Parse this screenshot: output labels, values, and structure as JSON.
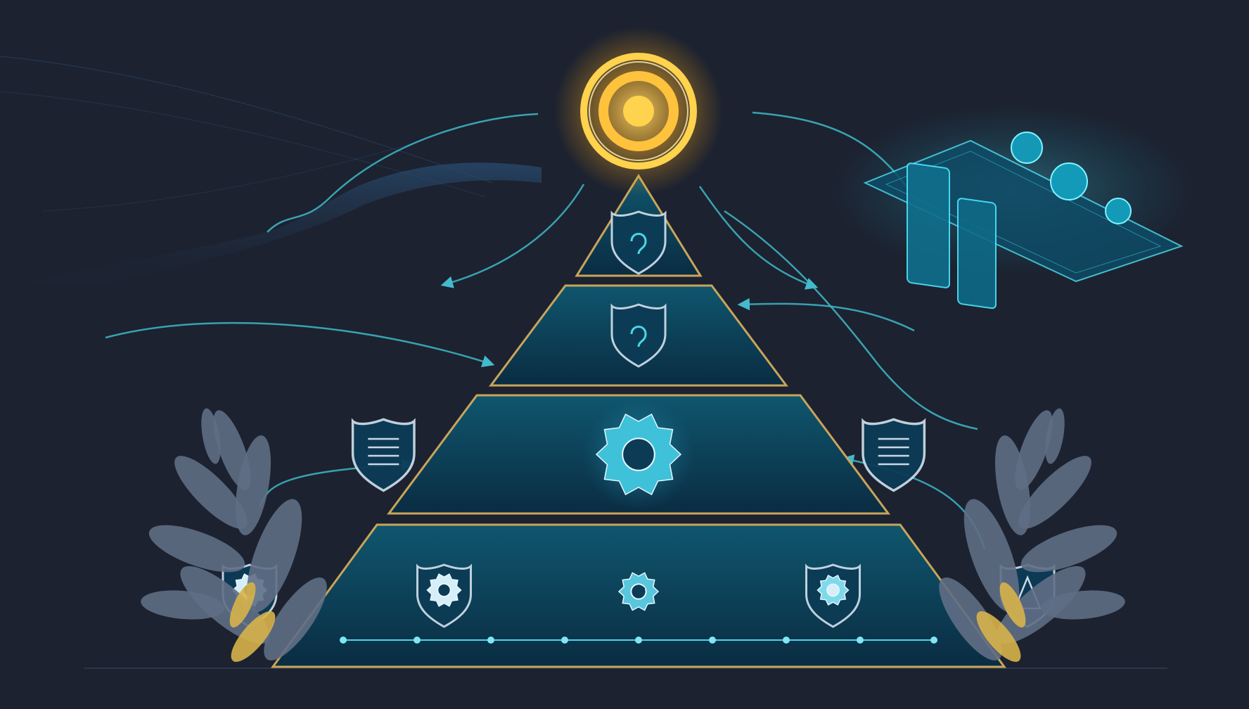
{
  "colors": {
    "background": "#1c2230",
    "tier_fill_top": "#0e5168",
    "tier_fill_bottom": "#0a2f45",
    "tier_border": "#c9a55a",
    "accent_teal": "#4ad6e8",
    "glow_gold": "#ffc23d",
    "leaf": "#5b6a80",
    "leaf_gold": "#d8b24a"
  },
  "top_emblem": {
    "icon": "target-icon"
  },
  "pyramid": {
    "tiers": [
      {
        "level": 1,
        "icons": [
          "shield-icon"
        ]
      },
      {
        "level": 2,
        "icons": [
          "shield-icon"
        ]
      },
      {
        "level": 3,
        "icons": [
          "document-shield-icon",
          "gear-icon",
          "document-shield-icon"
        ]
      },
      {
        "level": 4,
        "icons": [
          "gear-shield-icon",
          "gear-shield-icon",
          "gear-check-icon",
          "target-shield-icon",
          "warning-shield-icon"
        ]
      }
    ]
  },
  "devices": {
    "icon": "dashboard-device-icon"
  },
  "flow_arrows": {
    "icon": "arrow-icon"
  }
}
